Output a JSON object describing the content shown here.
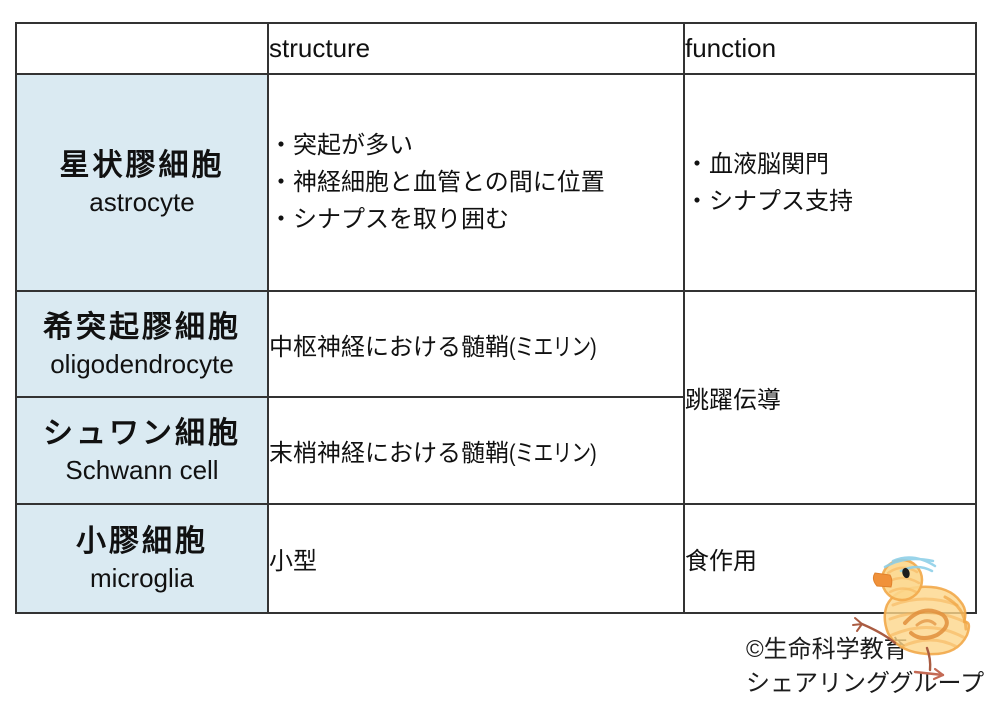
{
  "table": {
    "border_color": "#333333",
    "name_cell_bg": "#daeaf2",
    "header": {
      "blank": "",
      "structure": "structure",
      "function": "function"
    },
    "rows": {
      "astrocyte": {
        "name_ja": "星状膠細胞",
        "name_en": "astrocyte",
        "structure_items": [
          "・突起が多い",
          "・神経細胞と血管との間に位置",
          "・シナプスを取り囲む"
        ],
        "function_items": [
          "・血液脳関門",
          "・シナプス支持"
        ]
      },
      "oligodendrocyte": {
        "name_ja": "希突起膠細胞",
        "name_en": "oligodendrocyte",
        "structure_main": "中枢神経における髄鞘",
        "structure_paren": "(ミエリン)"
      },
      "schwann": {
        "name_ja": "シュワン細胞",
        "name_en": "Schwann cell",
        "structure_main": "末梢神経における髄鞘",
        "structure_paren": "(ミエリン)"
      },
      "merged_function": "跳躍伝導",
      "microglia": {
        "name_ja": "小膠細胞",
        "name_en": "microglia",
        "structure": "小型",
        "function": "食作用"
      }
    }
  },
  "footer": {
    "credit_line1": "©生命科学教育",
    "credit_line2": "シェアリンググループ"
  },
  "illustration": {
    "name": "chick-drawing",
    "colors": {
      "body": "#fcd689",
      "outline": "#f2a94a",
      "hatch": "#f5b258",
      "wing": "#e08f3c",
      "beak": "#f0913a",
      "legs": "#aa5c42",
      "tuft": "#8ecfe8",
      "eye": "#1c1c1c"
    }
  }
}
